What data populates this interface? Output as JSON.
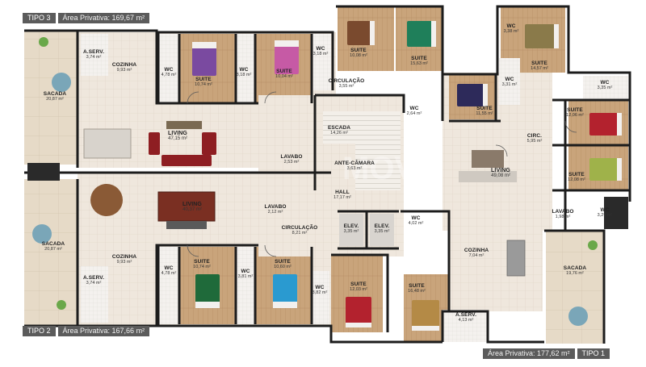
{
  "colors": {
    "wall": "#1c1c1c",
    "floor_tile": "#efe7dd",
    "wood": "#c9a47b",
    "terrace": "#e6dac7",
    "banner": "#5b5b5b",
    "bed_purple": "#7a4aa0",
    "bed_pink": "#c65aa5",
    "bed_brown": "#7a4a2e",
    "bed_green": "#1f7f5a",
    "bed_navy": "#2d2a5a",
    "bed_olive": "#8a7a4a",
    "bed_red": "#b3222e",
    "bed_lime": "#9fb24a",
    "bed_blue": "#2a9ad0",
    "bed_tan": "#b48a46",
    "sofa_red": "#8e1e22"
  },
  "plans": {
    "tipo3": {
      "label": "TIPO 3",
      "area": "Área Privativa: 169,67 m²"
    },
    "tipo2": {
      "label": "TIPO 2",
      "area": "Área Privativa: 167,66 m²"
    },
    "tipo1": {
      "label": "TIPO 1",
      "area": "Área Privativa: 177,62 m²"
    }
  },
  "watermark": "MOVE",
  "rooms": {
    "t3_sacada": {
      "name": "SACADA",
      "area": "20,87 m²"
    },
    "t3_aserv": {
      "name": "A.SERV.",
      "area": "3,74 m²"
    },
    "t3_cozinha": {
      "name": "COZINHA",
      "area": "9,93 m²"
    },
    "t3_wc1": {
      "name": "WC",
      "area": "4,78 m²"
    },
    "t3_suite1": {
      "name": "SUITE",
      "area": "10,74 m²"
    },
    "t3_wc2": {
      "name": "WC",
      "area": "3,18 m²"
    },
    "t3_suite2": {
      "name": "SUITE",
      "area": "10,04 m²"
    },
    "t3_wc3": {
      "name": "WC",
      "area": "3,18 m²"
    },
    "t3_living": {
      "name": "LIVING",
      "area": "47,15 m²"
    },
    "t3_circulacao": {
      "name": "CIRCULAÇÃO",
      "area": "3,55 m²"
    },
    "c_suite_a": {
      "name": "SUITE",
      "area": "10,08 m²"
    },
    "c_suite_b": {
      "name": "SUITE",
      "area": "15,63 m²"
    },
    "escada": {
      "name": "ESCADA",
      "area": "14,26 m²"
    },
    "lavabo_a": {
      "name": "LAVABO",
      "area": "2,53 m²"
    },
    "antecamara": {
      "name": "ANTE-CÂMARA",
      "area": "3,63 m²"
    },
    "hall": {
      "name": "HALL",
      "area": "17,17 m²"
    },
    "lavabo_b": {
      "name": "LAVABO",
      "area": "2,12 m²"
    },
    "t2_circulacao": {
      "name": "CIRCULAÇÃO",
      "area": "8,21 m²"
    },
    "elev1": {
      "name": "ELEV.",
      "area": "3,35 m²"
    },
    "elev2": {
      "name": "ELEV.",
      "area": "3,35 m²"
    },
    "c_wc": {
      "name": "WC",
      "area": "4,02 m²"
    },
    "t2_living": {
      "name": "LIVING",
      "area": "40,37 m²"
    },
    "t2_sacada": {
      "name": "SACADA",
      "area": "20,87 m²"
    },
    "t2_cozinha": {
      "name": "COZINHA",
      "area": "9,93 m²"
    },
    "t2_aserv": {
      "name": "A.SERV.",
      "area": "3,74 m²"
    },
    "t2_wc1": {
      "name": "WC",
      "area": "4,78 m²"
    },
    "t2_suite1": {
      "name": "SUITE",
      "area": "10,74 m²"
    },
    "t2_wc2": {
      "name": "WC",
      "area": "3,81 m²"
    },
    "t2_suite2": {
      "name": "SUITE",
      "area": "10,60 m²"
    },
    "t2_wc3": {
      "name": "WC",
      "area": "3,82 m²"
    },
    "t1_suite_a": {
      "name": "SUITE",
      "area": "12,03 m²"
    },
    "t1_suite_b": {
      "name": "SUITE",
      "area": "16,48 m²"
    },
    "t1_aserv": {
      "name": "A.SERV.",
      "area": "4,13 m²"
    },
    "t1_cozinha": {
      "name": "COZINHA",
      "area": "7,04 m²"
    },
    "t1_sacada": {
      "name": "SACADA",
      "area": "19,76 m²"
    },
    "t1_living": {
      "name": "LIVING",
      "area": "49,08 m²"
    },
    "t1_circ": {
      "name": "CIRC.",
      "area": "5,95 m²"
    },
    "t1_wc_mid": {
      "name": "WC",
      "area": "2,64 m²"
    },
    "t1_suite_mid": {
      "name": "SUITE",
      "area": "11,55 m²"
    },
    "t1_wc_top": {
      "name": "WC",
      "area": "3,38 m²"
    },
    "t1_suite_top": {
      "name": "SUITE",
      "area": "14,57 m²"
    },
    "t1_wc_mid2": {
      "name": "WC",
      "area": "3,31 m²"
    },
    "t1_wc_r": {
      "name": "WC",
      "area": "3,35 m²"
    },
    "t1_suite_r1": {
      "name": "SUITE",
      "area": "12,06 m²"
    },
    "t1_suite_r2": {
      "name": "SUITE",
      "area": "12,08 m²"
    },
    "t1_lavabo": {
      "name": "LAVABO",
      "area": "1,98 m²"
    },
    "t1_wc_r2": {
      "name": "WC",
      "area": "3,29 m²"
    }
  }
}
